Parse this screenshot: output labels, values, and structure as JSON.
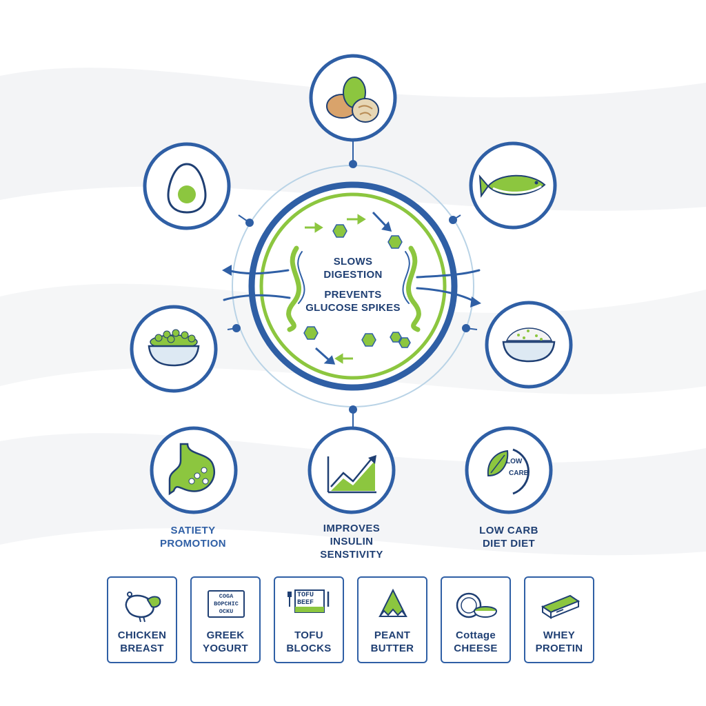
{
  "colors": {
    "primary_blue": "#2f5fa5",
    "accent_green": "#8cc63f",
    "text_navy": "#1f3f73",
    "light_ring": "#b9d3e6"
  },
  "center": {
    "line1": "SLOWS",
    "line2": "DIGESTION",
    "line3": "PREVENTS",
    "line4": "GLUCOSE SPIKES"
  },
  "food_icons": [
    {
      "name": "nuts-icon"
    },
    {
      "name": "egg-icon"
    },
    {
      "name": "fish-icon"
    },
    {
      "name": "bean-bowl-icon"
    },
    {
      "name": "cottage-cheese-bowl-icon"
    }
  ],
  "benefits": [
    {
      "icon": "stomach-icon",
      "line1": "SATIETY",
      "line2": "PROMOTION",
      "line3": ""
    },
    {
      "icon": "rising-chart-icon",
      "line1": "IMPROVES",
      "line2": "INSULIN",
      "line3": "SENSTIVITY"
    },
    {
      "icon": "leaf-low-carb-icon",
      "line1": "LOW CARB",
      "line2": "DIET DIET",
      "line3": "",
      "badge1": "LOW",
      "badge2": "CARB"
    }
  ],
  "foods": [
    {
      "icon": "chicken-icon",
      "line1": "CHICKEN",
      "line2": "BREAST"
    },
    {
      "icon": "yogurt-cups-icon",
      "line1": "GREEK",
      "line2": "YOGURT",
      "pack1": "COGA",
      "pack2": "BOPCHIC",
      "pack3": "OCKU"
    },
    {
      "icon": "tofu-block-icon",
      "line1": "TOFU",
      "line2": "BLOCKS",
      "pack1": "TOFU",
      "pack2": "BEEF"
    },
    {
      "icon": "peanut-butter-icon",
      "line1": "PEANT",
      "line2": "BUTTER"
    },
    {
      "icon": "cottage-cheese-icon",
      "line1": "Cottage",
      "line2": "CHEESE"
    },
    {
      "icon": "whey-protein-icon",
      "line1": "WHEY",
      "line2": "PROETIN"
    }
  ]
}
